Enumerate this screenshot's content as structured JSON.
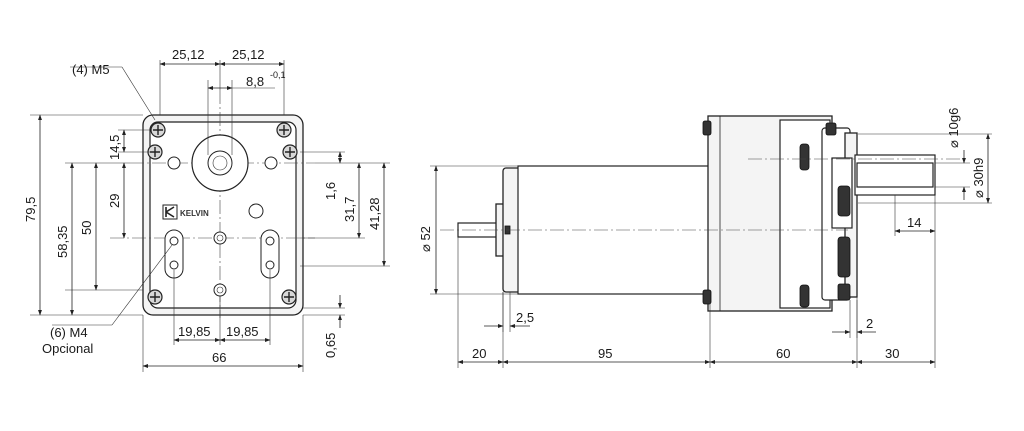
{
  "front_view": {
    "screw_callout": "(4) M5",
    "hole_callout": "(6) M4",
    "hole_note": "Opcional",
    "brand": "KELVIN",
    "dims": {
      "top_left": "25,12",
      "top_right": "25,12",
      "shaft_offset": "8,8",
      "shaft_tol": "-0,1",
      "corner_offset": "14,5",
      "total_height": "79,5",
      "height_58": "58,35",
      "height_50": "50",
      "height_29": "29",
      "right_1_6": "1,6",
      "right_31_7": "31,7",
      "right_41_28": "41,28",
      "bottom_left": "19,85",
      "bottom_right": "19,85",
      "width": "66",
      "bottom_offset": "0,65"
    }
  },
  "side_view": {
    "dims": {
      "motor_dia": "52",
      "shaft_small": "10g6",
      "shaft_large": "30h9",
      "shaft_key": "14",
      "end_cap": "2,5",
      "flange": "2",
      "len_20": "20",
      "len_95": "95",
      "len_60": "60",
      "len_30": "30"
    }
  }
}
